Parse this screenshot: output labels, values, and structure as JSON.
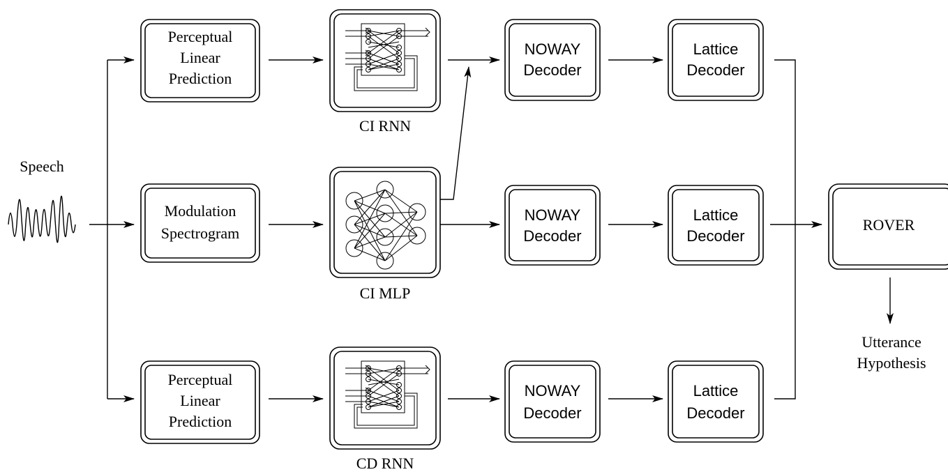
{
  "input": {
    "label": "Speech"
  },
  "features": {
    "top": [
      "Perceptual",
      "Linear",
      "Prediction"
    ],
    "middle": [
      "Modulation",
      "Spectrogram"
    ],
    "bottom": [
      "Perceptual",
      "Linear",
      "Prediction"
    ]
  },
  "networks": {
    "top": "CI RNN",
    "middle": "CI MLP",
    "bottom": "CD RNN"
  },
  "decoders": {
    "noway": [
      "NOWAY",
      "Decoder"
    ],
    "lattice": [
      "Lattice",
      "Decoder"
    ]
  },
  "combiner": {
    "label": "ROVER"
  },
  "output": {
    "label": [
      "Utterance",
      "Hypothesis"
    ]
  }
}
